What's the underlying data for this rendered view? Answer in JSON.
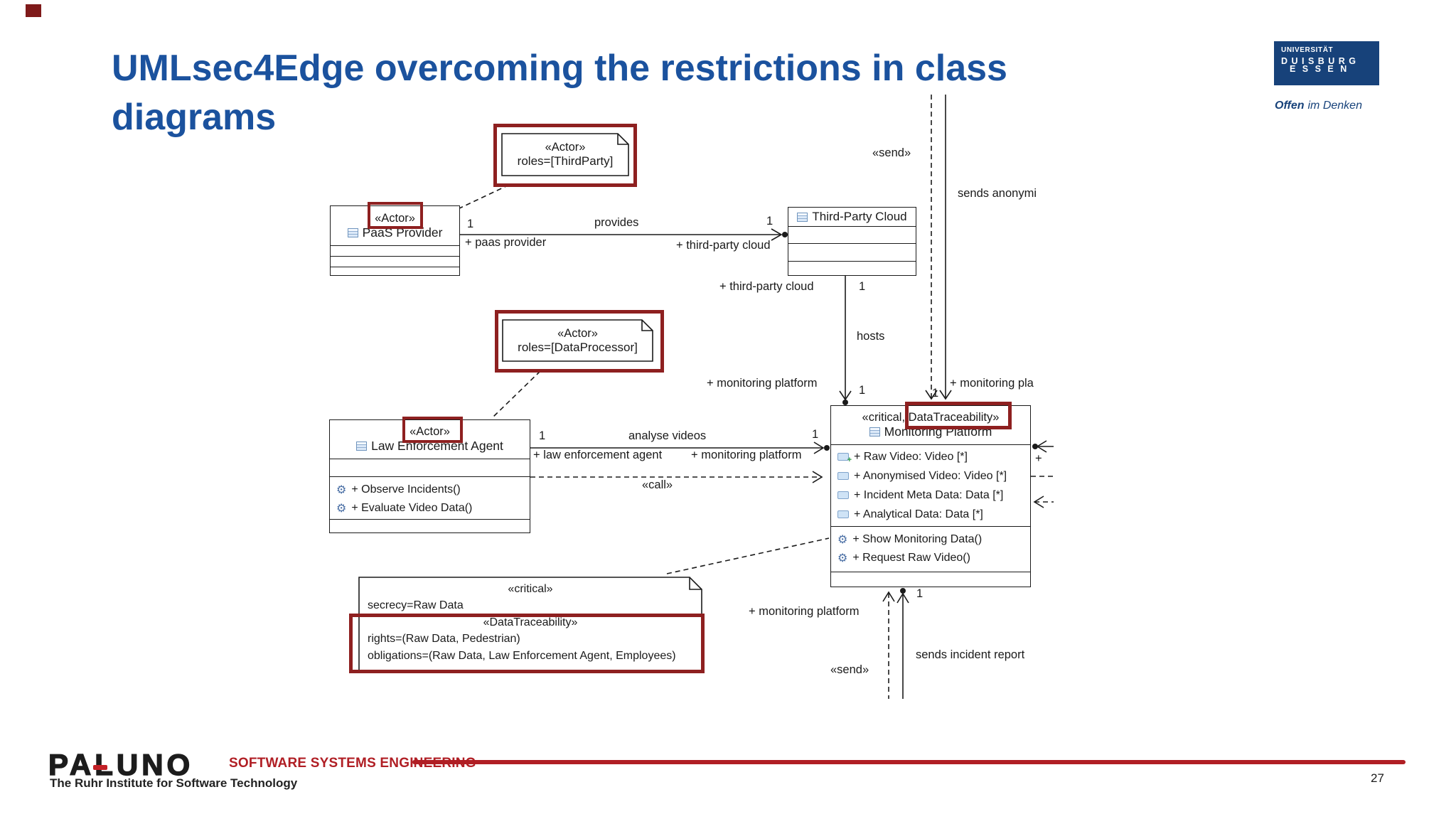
{
  "slide": {
    "title": "UMLsec4Edge overcoming the restrictions in class diagrams",
    "page_number": "27"
  },
  "ude_logo": {
    "line1": "UNIVERSITÄT",
    "line2": "D U I S B U R G",
    "line3": "E S S E N",
    "tagline_bold": "Offen",
    "tagline_rest": "im Denken"
  },
  "footer": {
    "brand": "PALUNO",
    "brand_tagline": "The Ruhr Institute for Software Technology",
    "department": "SOFTWARE SYSTEMS ENGINEERING"
  },
  "notes": {
    "third_party": {
      "stereotype": "«Actor»",
      "body": "roles=[ThirdParty]"
    },
    "data_processor": {
      "stereotype": "«Actor»",
      "body": "roles=[DataProcessor]"
    },
    "critical": {
      "stereotype1": "«critical»",
      "line1": "secrecy=Raw Data",
      "stereotype2": "«DataTraceability»",
      "line2": "rights=(Raw Data, Pedestrian)",
      "line3": "obligations=(Raw Data, Law Enforcement Agent, Employees)"
    }
  },
  "classes": {
    "paas": {
      "stereotype": "«Actor»",
      "name": "PaaS Provider"
    },
    "cloud": {
      "name": "Third-Party Cloud"
    },
    "lea": {
      "stereotype": "«Actor»",
      "name": "Law Enforcement Agent",
      "ops": [
        "+ Observe Incidents()",
        "+ Evaluate Video Data()"
      ]
    },
    "mp": {
      "stereotype_prefix": "«critical,",
      "stereotype_highlight": "DataTraceability»",
      "name": "Monitoring Platform",
      "attrs": [
        "+ Raw Video: Video [*]",
        "+ Anonymised Video: Video [*]",
        "+ Incident Meta Data: Data [*]",
        "+ Analytical Data: Data [*]"
      ],
      "ops": [
        "+ Show Monitoring Data()",
        "+ Request Raw Video()"
      ]
    }
  },
  "labels": {
    "one": "1",
    "provides": "provides",
    "paas_provider": "+ paas provider",
    "third_party_cloud": "+ third-party cloud",
    "hosts": "hosts",
    "monitoring_platform": "+ monitoring platform",
    "send": "«send»",
    "sends_anonymised": "sends anonymi",
    "monitoring_platform_clipped": "+ monitoring pla",
    "analyse_videos": "analyse videos",
    "law_enforcement_agent": "+ law enforcement agent",
    "call": "«call»",
    "sends_incident_report": "sends incident report",
    "plus": "+"
  },
  "colors": {
    "title_blue": "#1b529e",
    "ude_navy": "#17427a",
    "highlight_red": "#8e2020",
    "footer_red": "#b01e24"
  }
}
